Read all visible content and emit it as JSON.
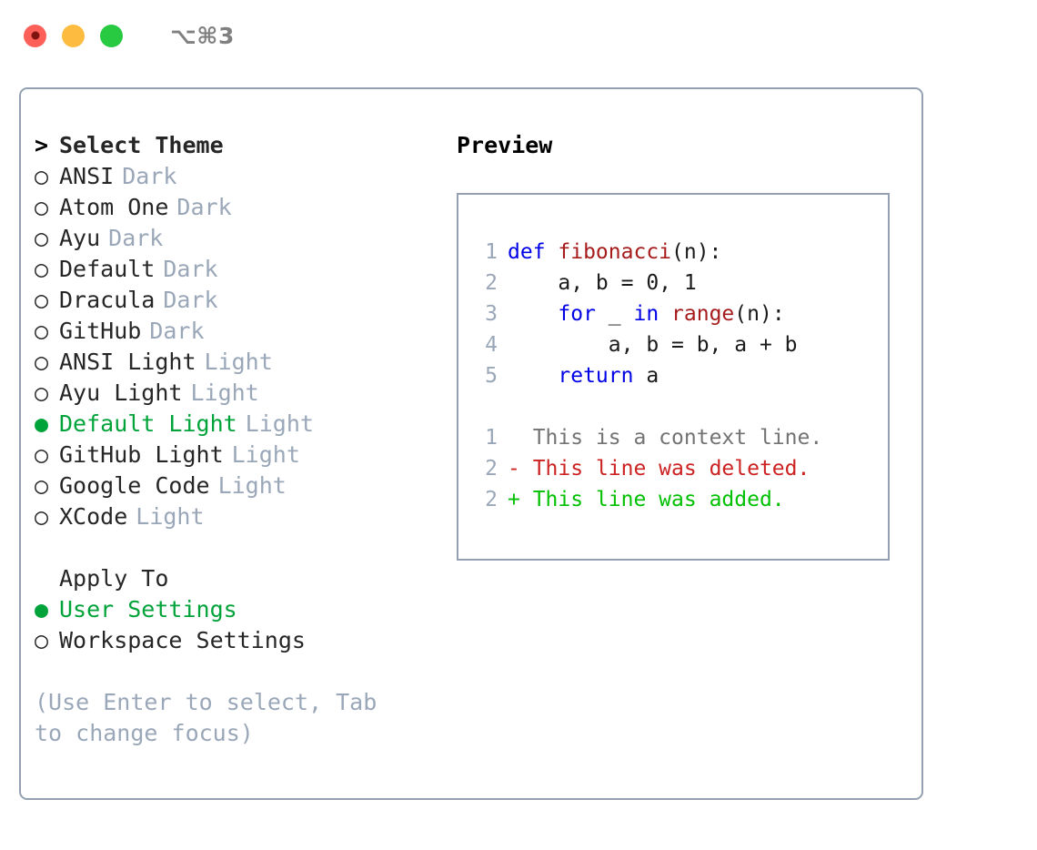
{
  "titlebar": {
    "shortcut_label": "⌥⌘3",
    "lights": [
      {
        "name": "close",
        "color": "#fc6058"
      },
      {
        "name": "minimize",
        "color": "#fdbc40"
      },
      {
        "name": "maximize",
        "color": "#27ca40"
      }
    ]
  },
  "theme_list": {
    "header_marker": ">",
    "header_label": "Select Theme",
    "items": [
      {
        "marker": "○",
        "label": "ANSI",
        "variant": "Dark",
        "selected": false
      },
      {
        "marker": "○",
        "label": "Atom One",
        "variant": "Dark",
        "selected": false
      },
      {
        "marker": "○",
        "label": "Ayu",
        "variant": "Dark",
        "selected": false
      },
      {
        "marker": "○",
        "label": "Default",
        "variant": "Dark",
        "selected": false
      },
      {
        "marker": "○",
        "label": "Dracula",
        "variant": "Dark",
        "selected": false
      },
      {
        "marker": "○",
        "label": "GitHub",
        "variant": "Dark",
        "selected": false
      },
      {
        "marker": "○",
        "label": "ANSI Light",
        "variant": "Light",
        "selected": false
      },
      {
        "marker": "○",
        "label": "Ayu Light",
        "variant": "Light",
        "selected": false
      },
      {
        "marker": "●",
        "label": "Default Light",
        "variant": "Light",
        "selected": true
      },
      {
        "marker": "○",
        "label": "GitHub Light",
        "variant": "Light",
        "selected": false
      },
      {
        "marker": "○",
        "label": "Google Code",
        "variant": "Light",
        "selected": false
      },
      {
        "marker": "○",
        "label": "XCode",
        "variant": "Light",
        "selected": false
      }
    ]
  },
  "apply_to": {
    "title": "Apply To",
    "options": [
      {
        "marker": "●",
        "label": "User Settings",
        "selected": true
      },
      {
        "marker": "○",
        "label": "Workspace Settings",
        "selected": false
      }
    ]
  },
  "hint": "(Use Enter to select, Tab to change focus)",
  "preview": {
    "title": "Preview",
    "code_lines": [
      {
        "lineno": "1",
        "tokens": [
          {
            "text": "def ",
            "type": "kw"
          },
          {
            "text": "fibonacci",
            "type": "fn"
          },
          {
            "text": "(n):",
            "type": "pl"
          }
        ]
      },
      {
        "lineno": "2",
        "tokens": [
          {
            "text": "    a, b = 0, 1",
            "type": "pl"
          }
        ]
      },
      {
        "lineno": "3",
        "tokens": [
          {
            "text": "    ",
            "type": "pl"
          },
          {
            "text": "for",
            "type": "kw"
          },
          {
            "text": " _ ",
            "type": "pl"
          },
          {
            "text": "in",
            "type": "kw"
          },
          {
            "text": " ",
            "type": "pl"
          },
          {
            "text": "range",
            "type": "fn"
          },
          {
            "text": "(n):",
            "type": "pl"
          }
        ]
      },
      {
        "lineno": "4",
        "tokens": [
          {
            "text": "        a, b = b, a + b",
            "type": "pl"
          }
        ]
      },
      {
        "lineno": "5",
        "tokens": [
          {
            "text": "    ",
            "type": "pl"
          },
          {
            "text": "return",
            "type": "kw"
          },
          {
            "text": " a",
            "type": "pl"
          }
        ]
      }
    ],
    "diff_lines": [
      {
        "lineno": "1",
        "sign": " ",
        "text": " This is a context line.",
        "kind": "context"
      },
      {
        "lineno": "2",
        "sign": "-",
        "text": " This line was deleted.",
        "kind": "deleted"
      },
      {
        "lineno": "2",
        "sign": "+",
        "text": " This line was added.",
        "kind": "added"
      }
    ]
  },
  "colors": {
    "accent_green": "#00a33a",
    "muted": "#9aa7b8",
    "border": "#94a1b2",
    "keyword_blue": "#0000e6",
    "function_red": "#a61b1b",
    "diff_added": "#00c000",
    "diff_deleted": "#cc2222",
    "diff_context": "#737373"
  }
}
